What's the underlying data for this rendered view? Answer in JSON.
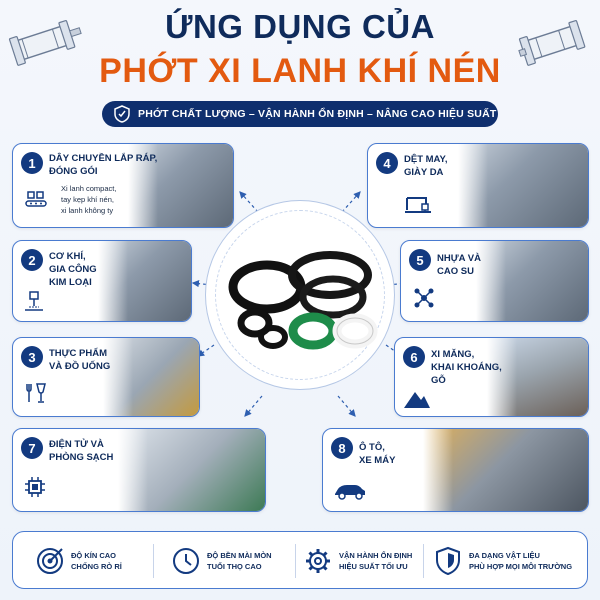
{
  "header": {
    "title_line1": "ỨNG DỤNG CỦA",
    "title_line2": "PHỚT XI LANH KHÍ NÉN",
    "banner": "PHỚT CHẤT LƯỢNG – VẬN HÀNH ỔN ĐỊNH – NÂNG CAO HIỆU SUẤT"
  },
  "applications": [
    {
      "num": "1",
      "title1": "DÂY CHUYỀN LẮP RÁP,",
      "title2": "ĐÓNG GÓI",
      "sub1": "Xi lanh compact,",
      "sub2": "tay kẹp khí nén,",
      "sub3": "xi lanh không ty",
      "icon": "conveyor-icon"
    },
    {
      "num": "2",
      "title1": "CƠ KHÍ,",
      "title2": "GIA CÔNG",
      "title3": "KIM LOẠI",
      "icon": "laser-cutting-icon"
    },
    {
      "num": "3",
      "title1": "THỰC PHẨM",
      "title2": "VÀ ĐỒ UỐNG",
      "icon": "fork-glass-icon"
    },
    {
      "num": "4",
      "title1": "DỆT MAY,",
      "title2": "GIÀY DA",
      "icon": "sewing-machine-icon"
    },
    {
      "num": "5",
      "title1": "NHỰA VÀ",
      "title2": "CAO SU",
      "icon": "molecule-icon"
    },
    {
      "num": "6",
      "title1": "XI MĂNG,",
      "title2": "KHAI KHOÁNG,",
      "title3": "GỖ",
      "icon": "mountain-icon"
    },
    {
      "num": "7",
      "title1": "ĐIỆN TỬ VÀ",
      "title2": "PHÒNG SẠCH",
      "icon": "chip-icon"
    },
    {
      "num": "8",
      "title1": "Ô TÔ,",
      "title2": "XE MÁY",
      "icon": "car-icon"
    }
  ],
  "features": [
    {
      "line1": "ĐỘ KÍN CAO",
      "line2": "CHỐNG RÒ RỈ",
      "icon": "target-icon"
    },
    {
      "line1": "ĐỘ BỀN MÀI MÒN",
      "line2": "TUỔI THỌ CAO",
      "icon": "clock-icon"
    },
    {
      "line1": "VẬN HÀNH ỔN ĐỊNH",
      "line2": "HIỆU SUẤT TỐI ƯU",
      "icon": "gear-icon"
    },
    {
      "line1": "ĐA DẠNG VẬT LIỆU",
      "line2": "PHÙ HỢP MỌI MÔI TRƯỜNG",
      "icon": "shield-icon"
    }
  ],
  "colors": {
    "navy": "#0f2f6e",
    "orange": "#e35a10",
    "border_blue": "#4a7bd0",
    "seal_green": "#1e8c4a"
  }
}
